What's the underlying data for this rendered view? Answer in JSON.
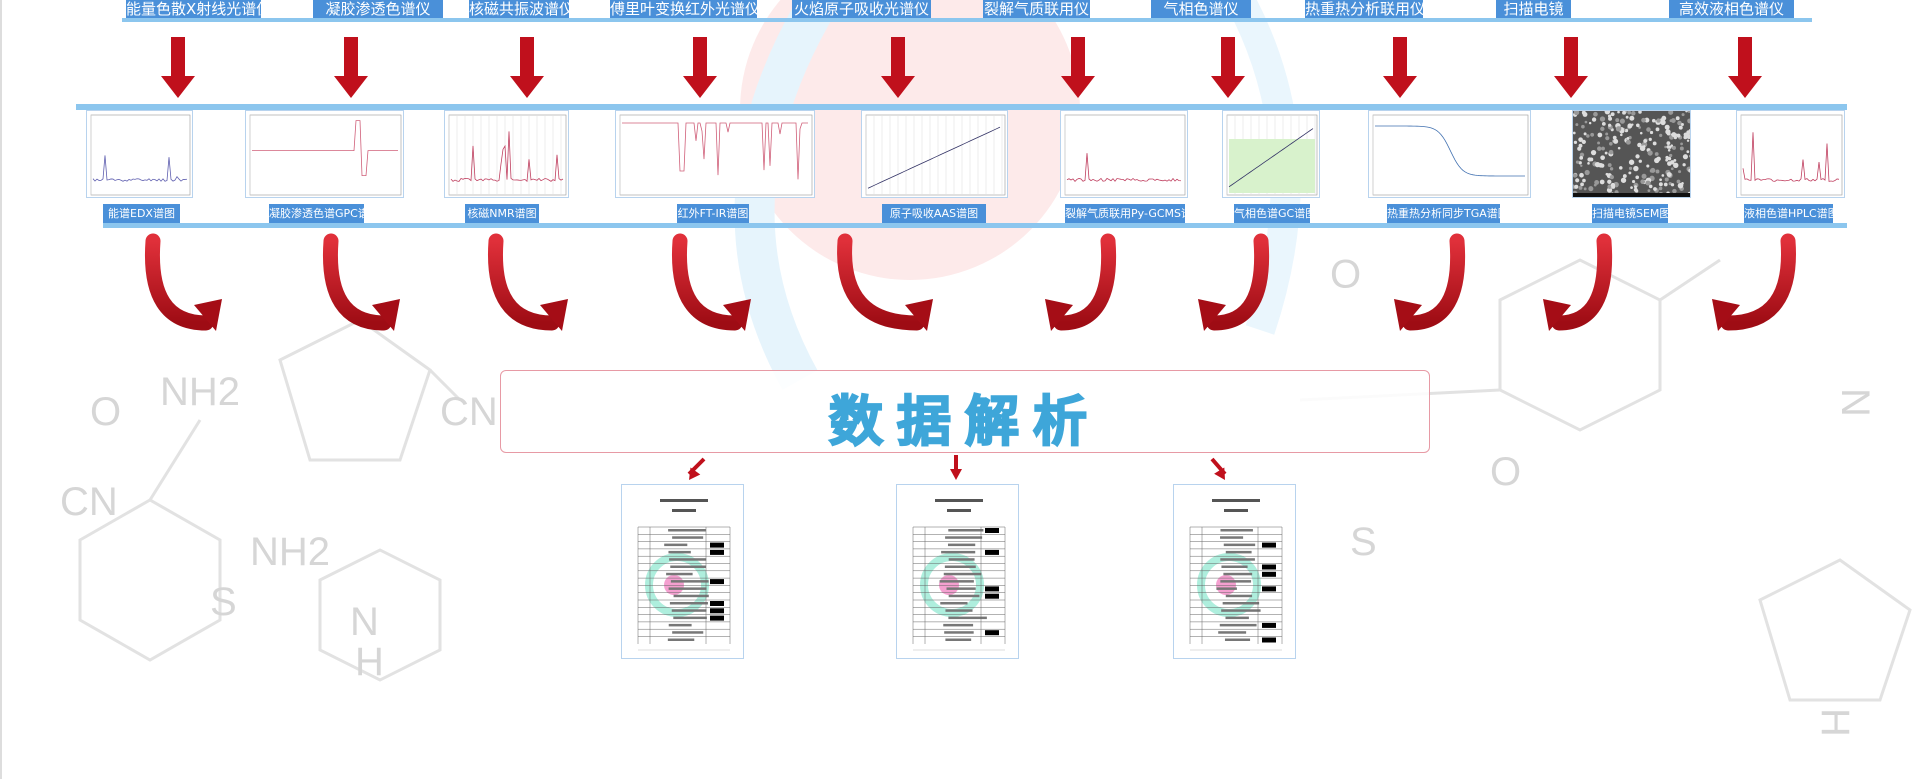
{
  "instruments": [
    {
      "label": "能量色散X射线光谱仪"
    },
    {
      "label": "凝胶渗透色谱仪"
    },
    {
      "label": "核磁共振波谱仪"
    },
    {
      "label": "傅里叶变换红外光谱仪"
    },
    {
      "label": "火焰原子吸收光谱仪"
    },
    {
      "label": "裂解气质联用仪"
    },
    {
      "label": "气相色谱仪"
    },
    {
      "label": "热重热分析联用仪"
    },
    {
      "label": "扫描电镜"
    },
    {
      "label": "高效液相色谱仪"
    }
  ],
  "spectra": [
    {
      "caption": "能谱EDX谱图",
      "kind": "edx"
    },
    {
      "caption": "凝胶渗透色谱GPC谱图",
      "kind": "gpc"
    },
    {
      "caption": "核磁NMR谱图",
      "kind": "nmr"
    },
    {
      "caption": "红外FT-IR谱图",
      "kind": "ir"
    },
    {
      "caption": "原子吸收AAS谱图",
      "kind": "aas"
    },
    {
      "caption": "裂解气质联用Py-GCMS谱图",
      "kind": "gcms"
    },
    {
      "caption": "气相色谱GC谱图",
      "kind": "gc"
    },
    {
      "caption": "热重热分析同步TGA谱图",
      "kind": "tga"
    },
    {
      "caption": "扫描电镜SEM图",
      "kind": "sem"
    },
    {
      "caption": "液相色谱HPLC谱图",
      "kind": "hplc"
    }
  ],
  "analysis": {
    "title": "数据解析"
  },
  "reports": [
    {
      "id": "report-1"
    },
    {
      "id": "report-2"
    },
    {
      "id": "report-3"
    }
  ],
  "background_glyphs": [
    "NH2",
    "CN",
    "O",
    "S",
    "N",
    "H",
    "NH2",
    "CN",
    "O",
    "S",
    "O",
    "N",
    "H"
  ],
  "colors": {
    "label_bg": "#4a90d9",
    "arrow": "#c0101c",
    "title": "#3ea6d9",
    "band": "#8cc6ee"
  }
}
